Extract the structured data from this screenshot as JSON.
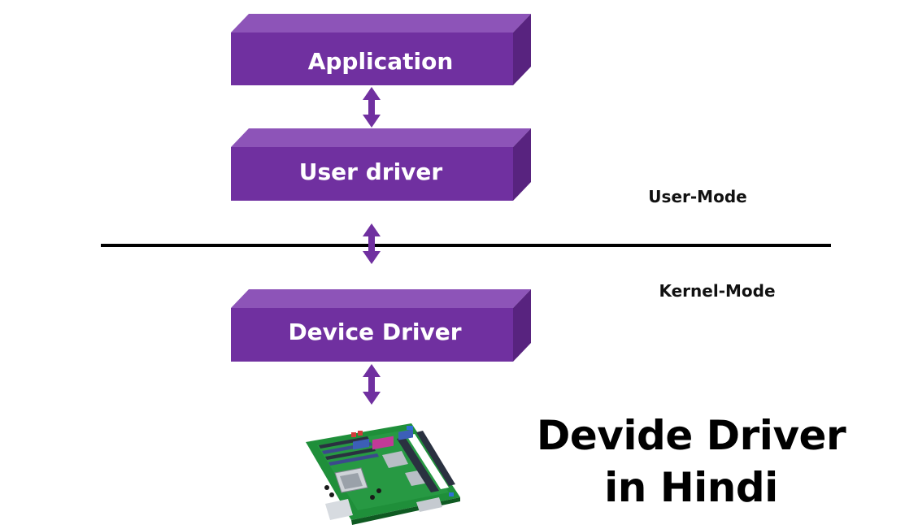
{
  "boxes": {
    "application": "Application",
    "user_driver": "User driver",
    "device_driver": "Device Driver"
  },
  "modes": {
    "user": "User-Mode",
    "kernel": "Kernel-Mode"
  },
  "title": {
    "line1": "Devide Driver",
    "line2": "in Hindi"
  },
  "colors": {
    "box_front": "#7030a0",
    "box_top": "#8d54b8",
    "box_side": "#58237f",
    "arrow": "#7030a0",
    "divider": "#000000"
  }
}
